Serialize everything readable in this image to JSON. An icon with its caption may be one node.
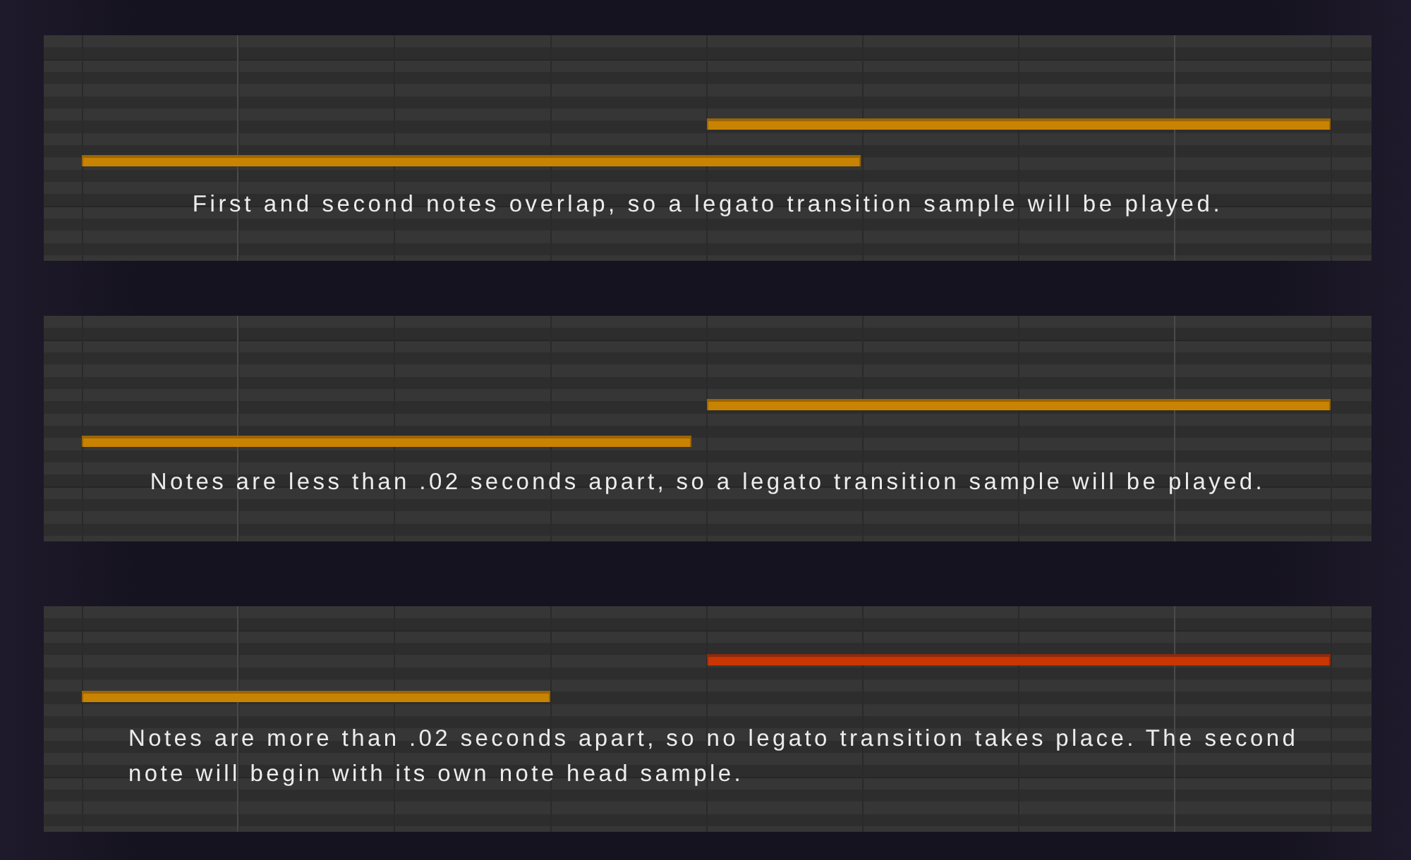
{
  "diagram": {
    "nodes": [
      {
        "text": [
          "First and second notes overlap, so a legato transition sample will be played."
        ]
      },
      {
        "text": [
          "Notes are less than .02 seconds apart, so a legato transition sample will be played."
        ]
      },
      {
        "text": [
          "Notes are more than .02 seconds apart, so no legato transition takes place. The second note will begin with its own note head sample."
        ]
      }
    ]
  }
}
